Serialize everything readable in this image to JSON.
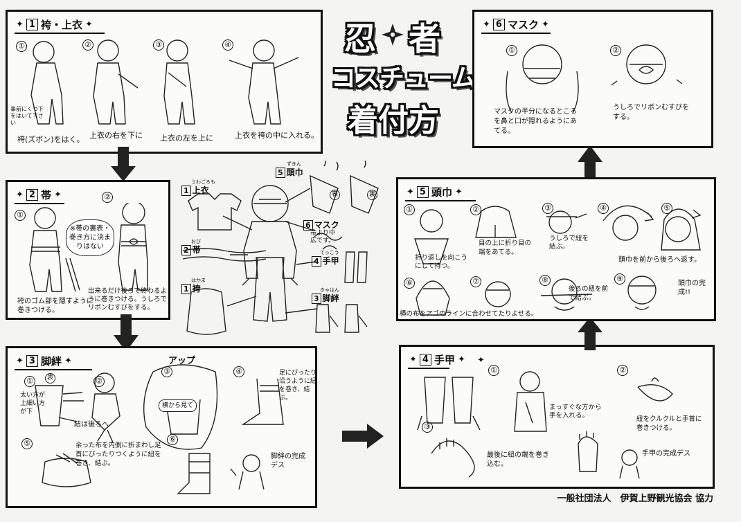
{
  "title": {
    "line1a": "忍",
    "line1b": "者",
    "line2": "コスチューム",
    "line3": "着付方"
  },
  "panels": {
    "p1": {
      "num": "1",
      "title": "袴・上衣",
      "side_note": "事前にくつ下をはいて下さい",
      "steps": [
        "①",
        "②",
        "③",
        "④"
      ],
      "captions": [
        "袴(ズボン)をはく。",
        "上衣の右を下に",
        "上衣の左を上に",
        "上衣を袴の中に入れる。"
      ]
    },
    "p2": {
      "num": "2",
      "title": "帯",
      "steps": [
        "①",
        "②"
      ],
      "bubble": "※帯の裏表・巻き方に決まりはない",
      "caption1": "袴のゴム部を隠すように巻きつける。",
      "caption2": "出来るだけ後ろで終わるように巻きつける。うしろでリボンむすびをする。"
    },
    "p3": {
      "num": "3",
      "title": "脚絆",
      "steps": [
        "①",
        "②",
        "③",
        "④",
        "⑤",
        "⑥"
      ],
      "front_mark": "表",
      "note1": "太い方が上細い方が下",
      "note2": "紐は後ろへ",
      "up_label": "アップ",
      "side_tag": "横から見て",
      "note3": "足にぴったり沿うように紐を巻き、結ぶ。",
      "note4": "余った布を内側に折まわし足首にぴったりつくように紐を巻き、結ぶ。",
      "note5": "脚絆の完成デス"
    },
    "p4": {
      "num": "4",
      "title": "手甲",
      "steps": [
        "①",
        "②",
        "③"
      ],
      "note1": "まっすぐな方から手を入れる。",
      "note2": "紐をクルクルと手首に巻きつける。",
      "note3": "最後に紐の端を巻き込む。",
      "note4": "手甲の完成デス"
    },
    "p5": {
      "num": "5",
      "title": "頭巾",
      "steps": [
        "①",
        "②",
        "③",
        "④",
        "⑤",
        "⑥",
        "⑦",
        "⑧",
        "⑨"
      ],
      "note1": "折り返しを向こうにして持つ。",
      "note2": "目の上に折り目の端をあてる。",
      "note3": "うしろで紐を結ぶ。",
      "note4": "頭巾を前から後ろへ返す。",
      "note6": "横の布をアゴのラインに合わせてたりよせる。",
      "note8": "後ろの紐を前で結ぶ。",
      "note9": "頭巾の完成!!"
    },
    "p6": {
      "num": "6",
      "title": "マスク",
      "steps": [
        "①",
        "②"
      ],
      "note1": "マスクの半分になるところを鼻と口が隠れるようにあてる。",
      "note2": "うしろでリボンむすびをする。"
    }
  },
  "center": {
    "items": [
      {
        "num": "1",
        "label": "上衣",
        "furigana": "うわごろも"
      },
      {
        "num": "2",
        "label": "帯",
        "furigana": "おび"
      },
      {
        "num": "1",
        "label": "袴",
        "furigana": "はかま"
      },
      {
        "num": "5",
        "label": "頭巾",
        "furigana": "ずきん"
      },
      {
        "num": "6",
        "label": "マスク",
        "furigana": ""
      },
      {
        "num": "4",
        "label": "手甲",
        "furigana": "てっこう"
      },
      {
        "num": "3",
        "label": "脚絆",
        "furigana": "きゃはん"
      }
    ],
    "mask_note": "帯より中広です。",
    "front_mark": "表",
    "back_mark": "裏"
  },
  "credit": "一般社団法人　伊賀上野観光協会 協力"
}
